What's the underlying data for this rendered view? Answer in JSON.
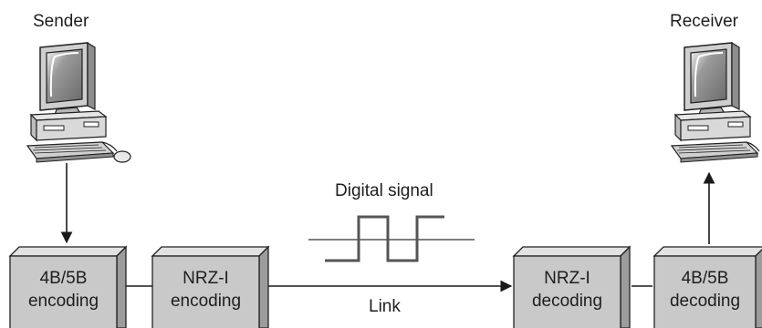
{
  "sender": {
    "label": "Sender"
  },
  "receiver": {
    "label": "Receiver"
  },
  "signal": {
    "label": "Digital signal"
  },
  "link": {
    "label": "Link"
  },
  "blocks": [
    {
      "line1": "4B/5B",
      "line2": "encoding"
    },
    {
      "line1": "NRZ-I",
      "line2": "encoding"
    },
    {
      "line1": "NRZ-I",
      "line2": "decoding"
    },
    {
      "line1": "4B/5B",
      "line2": "decoding"
    }
  ],
  "colors": {
    "box_front": "#c9c9c9",
    "box_top": "#e2e2e2",
    "box_side": "#9c9c9c",
    "line": "#1a1a1a"
  }
}
